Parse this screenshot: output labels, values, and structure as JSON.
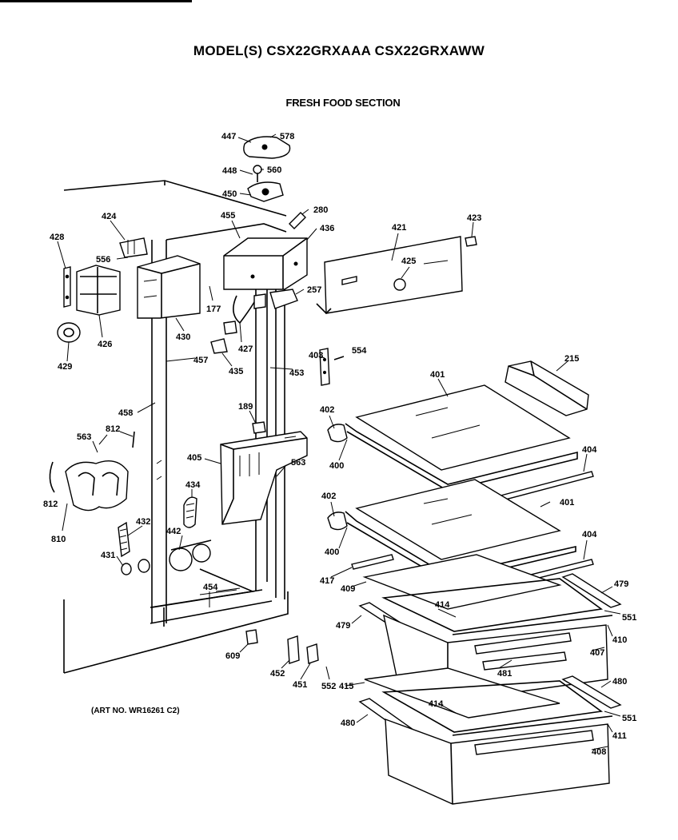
{
  "header": {
    "model_title": "MODEL(S) CSX22GRXAAA  CSX22GRXAWW",
    "section_title": "FRESH FOOD SECTION"
  },
  "footer": {
    "art_number": "(ART NO. WR16261 C2)"
  },
  "part_callouts": [
    "447",
    "578",
    "448",
    "560",
    "450",
    "280",
    "424",
    "455",
    "436",
    "421",
    "423",
    "428",
    "556",
    "425",
    "257",
    "177",
    "426",
    "430",
    "427",
    "403",
    "554",
    "429",
    "457",
    "435",
    "453",
    "215",
    "401",
    "458",
    "189",
    "402",
    "812",
    "563",
    "404",
    "405",
    "400",
    "434",
    "401",
    "402",
    "432",
    "442",
    "810",
    "431",
    "400",
    "404",
    "417",
    "479",
    "454",
    "409",
    "414",
    "551",
    "479",
    "410",
    "609",
    "407",
    "481",
    "452",
    "451",
    "552",
    "415",
    "480",
    "414",
    "551",
    "480",
    "411",
    "408",
    "812",
    "563"
  ]
}
